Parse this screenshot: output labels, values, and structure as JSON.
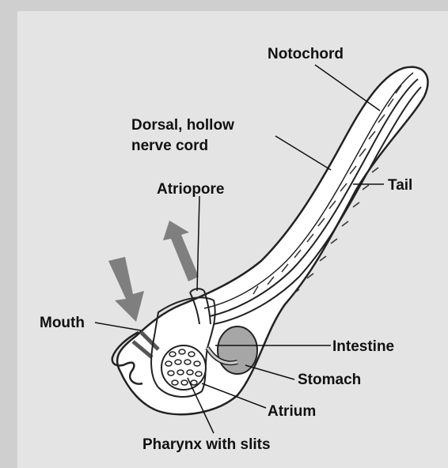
{
  "figure": {
    "labels": {
      "notochord": "Notochord",
      "nerve_cord_line1": "Dorsal, hollow",
      "nerve_cord_line2": "nerve cord",
      "atriopore": "Atriopore",
      "tail": "Tail",
      "mouth": "Mouth",
      "intestine": "Intestine",
      "stomach": "Stomach",
      "atrium": "Atrium",
      "pharynx": "Pharynx with slits"
    },
    "colors": {
      "background": "#d9d9d9",
      "outer_mat": "#cfcfcf",
      "panel": "#e4e4e4",
      "body_fill": "#ffffff",
      "arrow": "#7f7f7f",
      "organ_gray": "#a6a6a6"
    }
  }
}
